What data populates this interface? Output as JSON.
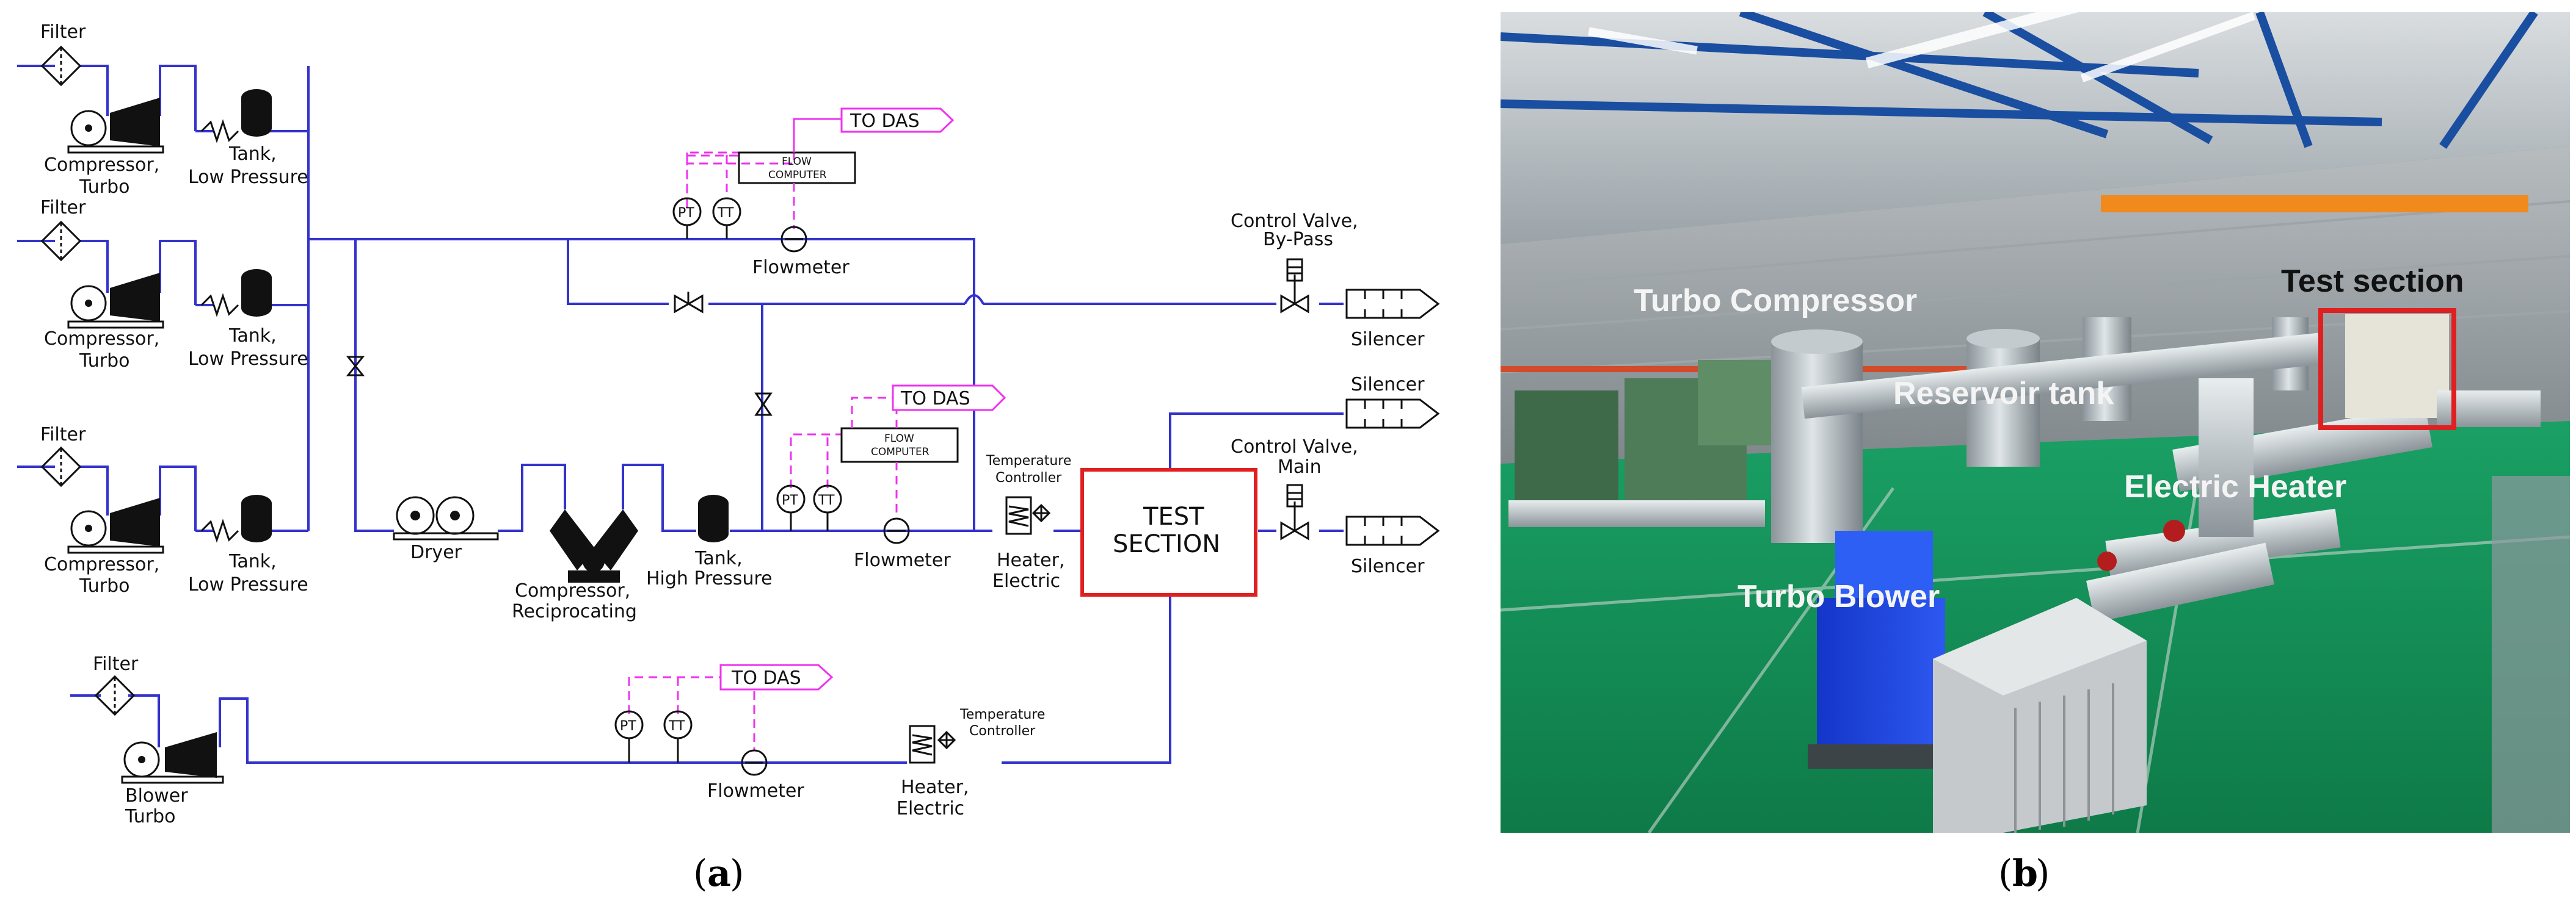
{
  "diagram_a": {
    "filter_1": "Filter",
    "filter_2": "Filter",
    "filter_3": "Filter",
    "filter_4": "Filter",
    "compressor_1": [
      "Compressor,",
      "Turbo"
    ],
    "compressor_2": [
      "Compressor,",
      "Turbo"
    ],
    "compressor_3": [
      "Compressor,",
      "Turbo"
    ],
    "tank_lp_1": [
      "Tank,",
      "Low Pressure"
    ],
    "tank_lp_2": [
      "Tank,",
      "Low Pressure"
    ],
    "tank_lp_3": [
      "Tank,",
      "Low Pressure"
    ],
    "flow_computer_1": "FLOW\nCOMPUTER",
    "flow_computer_2": "FLOW\nCOMPUTER",
    "to_das_1": "TO DAS",
    "to_das_2": "TO DAS",
    "to_das_3": "TO DAS",
    "pt": "PT",
    "tt": "TT",
    "flowmeter_1": "Flowmeter",
    "flowmeter_2": "Flowmeter",
    "flowmeter_3": "Flowmeter",
    "control_valve_bypass": [
      "Control Valve,",
      "By-Pass"
    ],
    "control_valve_main": [
      "Control Valve,",
      "Main"
    ],
    "silencer_1": "Silencer",
    "silencer_2": "Silencer",
    "silencer_3": "Silencer",
    "dryer": "Dryer",
    "compressor_recip": [
      "Compressor,",
      "Reciprocating"
    ],
    "tank_hp": [
      "Tank,",
      "High  Pressure"
    ],
    "temp_controller_1": [
      "Temperature",
      "Controller"
    ],
    "temp_controller_2": [
      "Temperature",
      "Controller"
    ],
    "heater_1": [
      "Heater,",
      "Electric"
    ],
    "heater_2": [
      "Heater,",
      "Electric"
    ],
    "test_section": [
      "TEST",
      "SECTION"
    ],
    "blower": [
      "Blower",
      "Turbo"
    ]
  },
  "photo_b": {
    "turbo_compressor": "Turbo Compressor",
    "test_section": "Test section",
    "reservoir_tank": "Reservoir tank",
    "electric_heater": "Electric Heater",
    "turbo_blower": "Turbo Blower"
  },
  "captions": {
    "a_open": "(",
    "a_letter": "a",
    "a_close": ")",
    "b_open": "(",
    "b_letter": "b",
    "b_close": ")"
  },
  "colors": {
    "pipe": "#3333cc",
    "signal": "#ee33ee",
    "test_section_border": "#e02020",
    "photo_highlight": "#e02020",
    "floor": "#14945a"
  }
}
